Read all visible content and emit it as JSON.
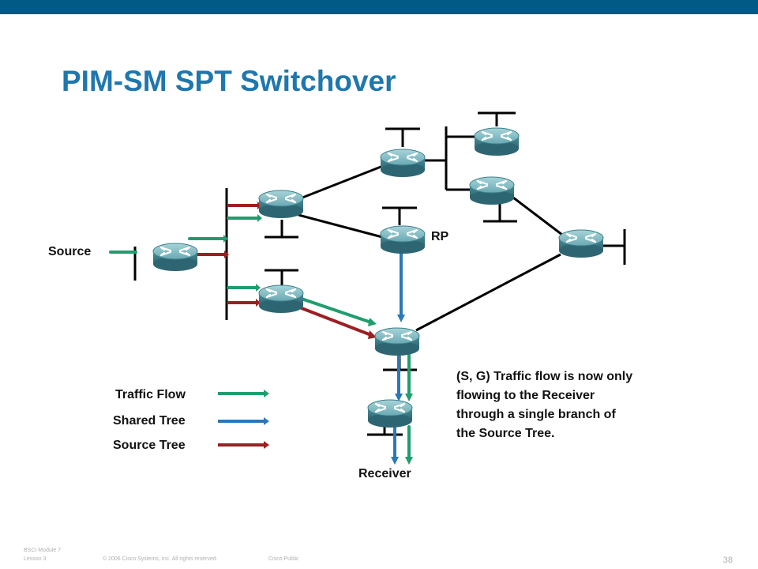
{
  "slide": {
    "title": "PIM-SM SPT Switchover",
    "labels": {
      "source": "Source",
      "rp": "RP",
      "receiver": "Receiver"
    },
    "legend": [
      {
        "label": "Traffic Flow",
        "color": "#1f9d6e"
      },
      {
        "label": "Shared Tree",
        "color": "#2b78b8"
      },
      {
        "label": "Source Tree",
        "color": "#9c1f22"
      }
    ],
    "note_lines": [
      "(S, G) Traffic flow is now only",
      "flowing to the Receiver",
      "through a single branch of",
      "the Source Tree."
    ],
    "footer": {
      "course": "BSCI Module 7",
      "lesson": "Lesson 3",
      "copyright": "© 2006 Cisco Systems, Inc. All rights reserved.",
      "classification": "Cisco Public",
      "page": "38"
    }
  },
  "colors": {
    "brand_bar": "#015a86",
    "title": "#1f77ad",
    "router_top": "#7fbcc4",
    "router_side": "#3c7f8c"
  }
}
